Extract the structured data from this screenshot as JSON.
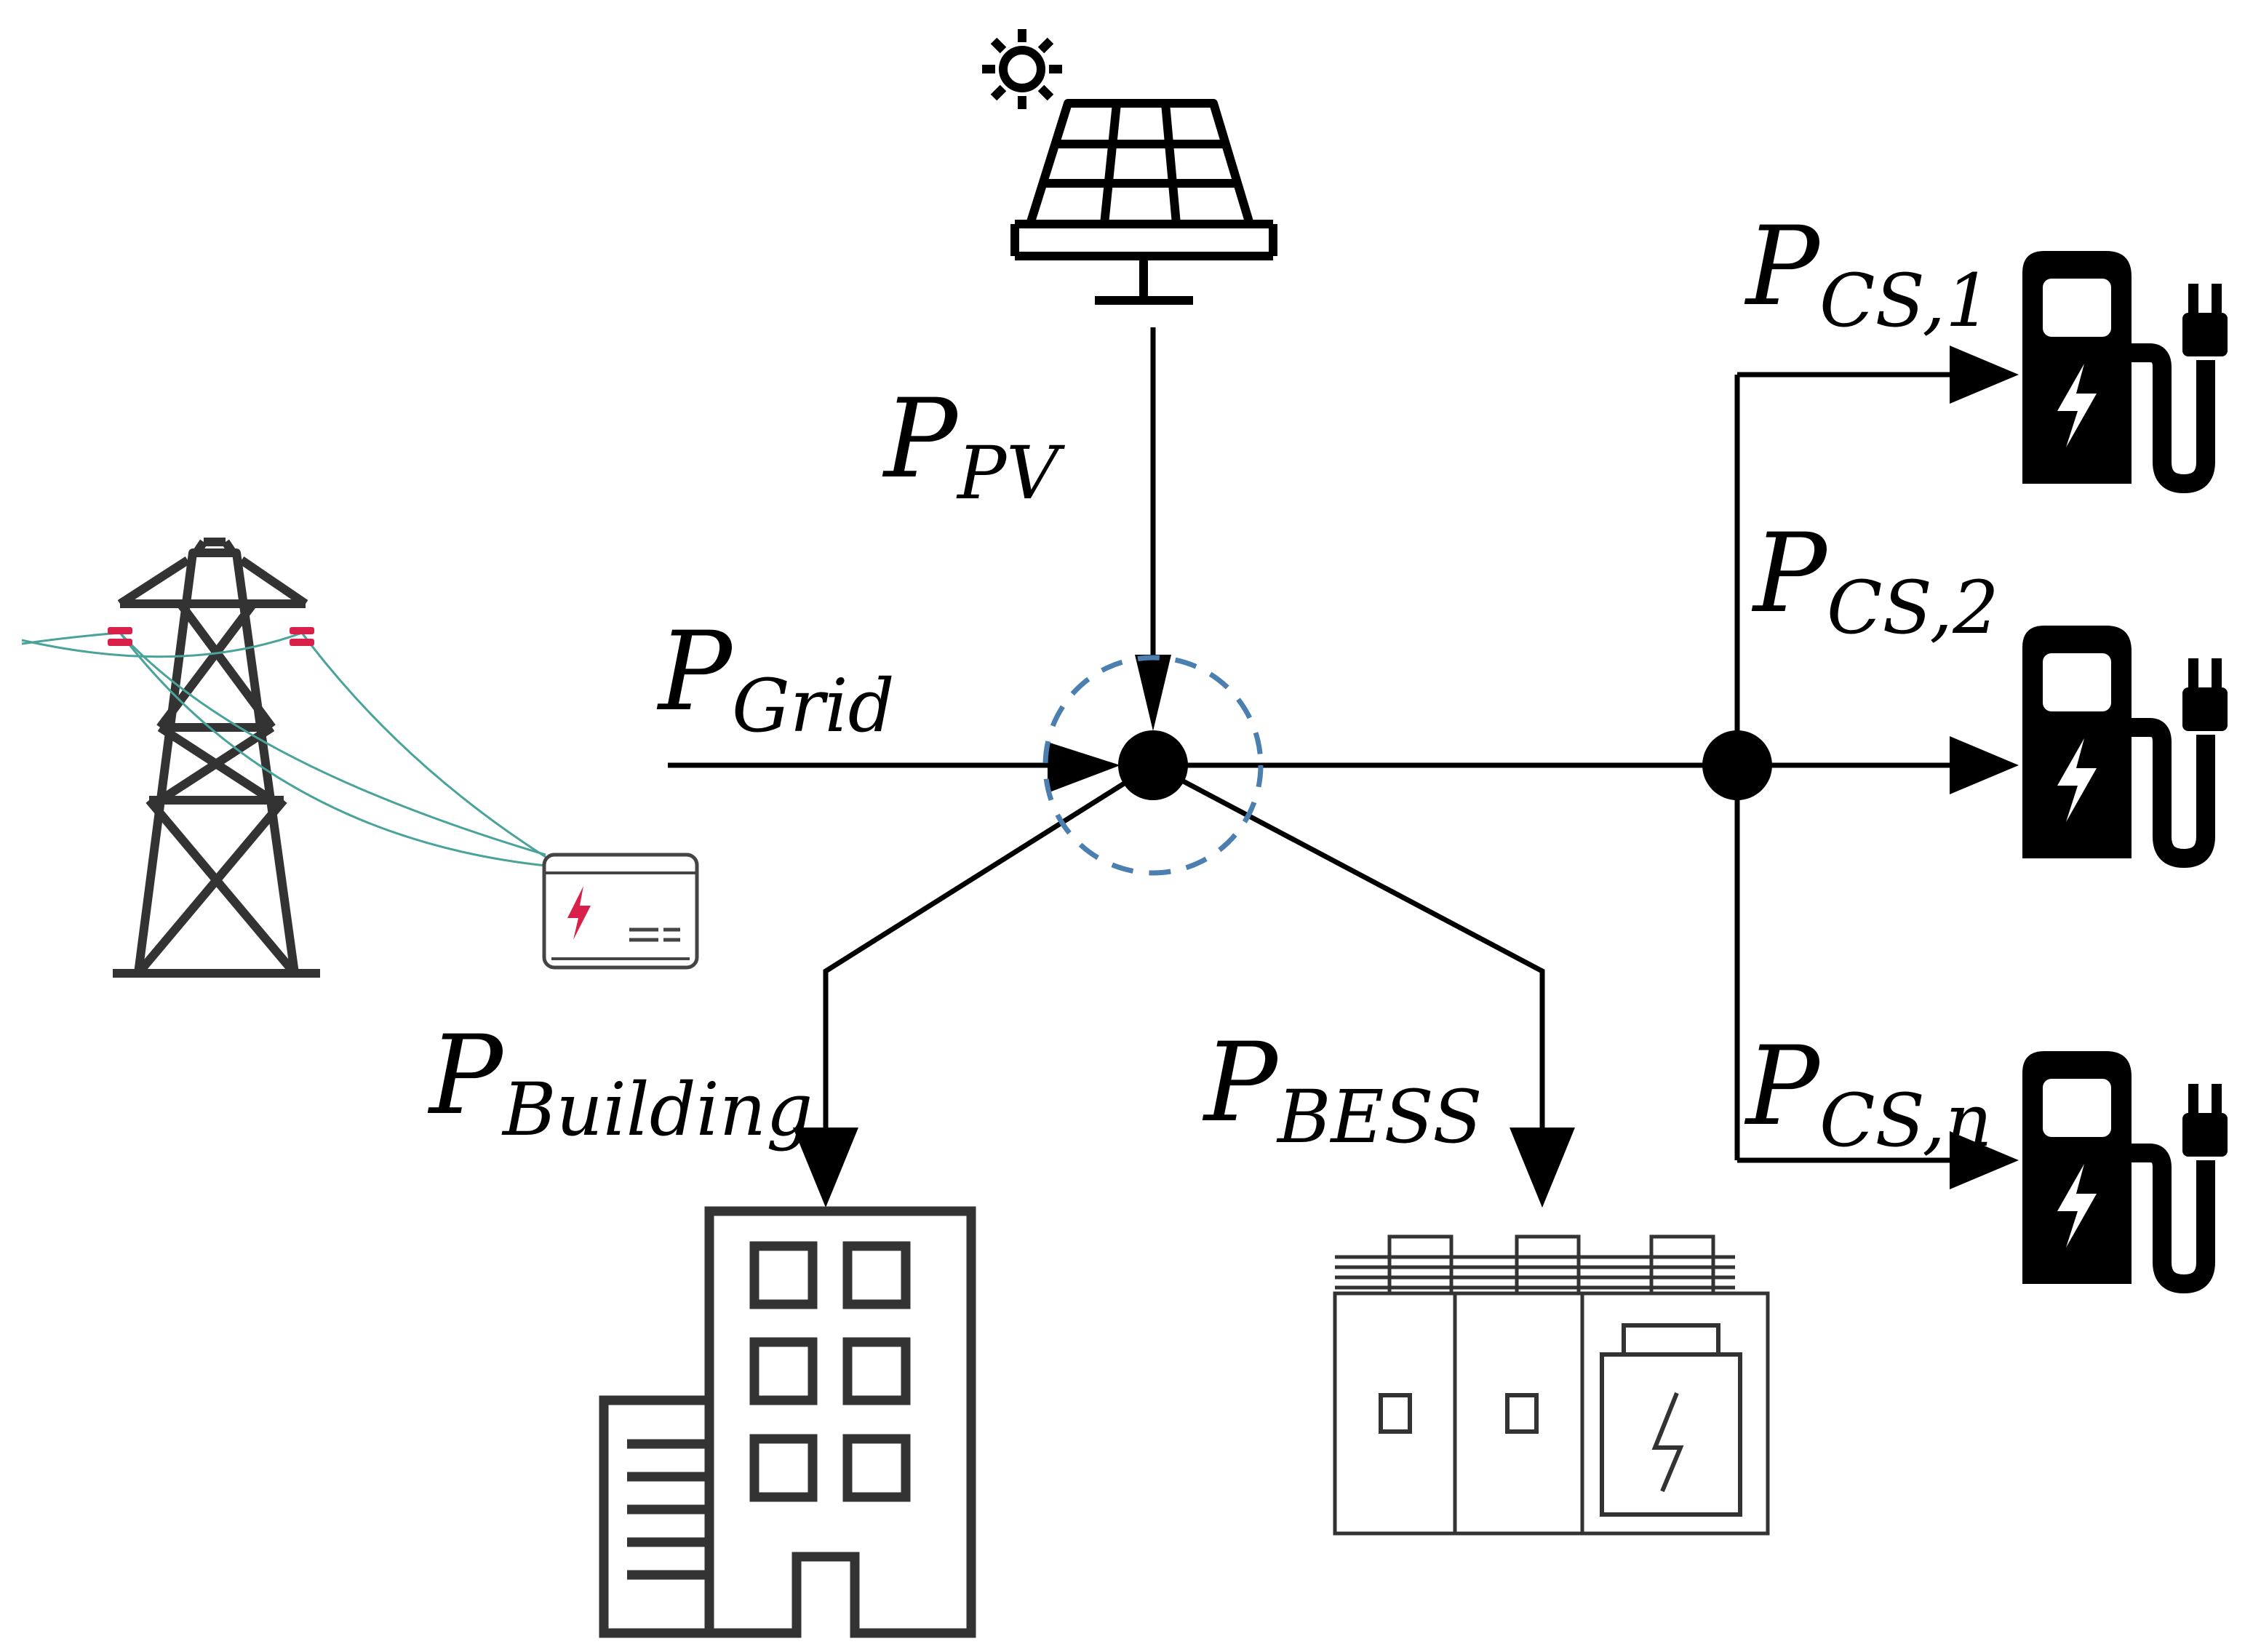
{
  "labels": {
    "pv": {
      "main": "P",
      "sub": "PV"
    },
    "grid": {
      "main": "P",
      "sub": "Grid"
    },
    "building": {
      "main": "P",
      "sub": "Building"
    },
    "bess": {
      "main": "P",
      "sub": "BESS"
    },
    "cs1": {
      "main": "P",
      "sub": "CS,1"
    },
    "cs2": {
      "main": "P",
      "sub": "CS,2"
    },
    "csn": {
      "main": "P",
      "sub": "CS,n"
    }
  },
  "colors": {
    "line": "#000000",
    "node_highlight": "#4a7fb0",
    "grid_wire": "#4aa39a",
    "insulator": "#d8204a",
    "icon_gray": "#333333"
  },
  "icons": [
    "sun-icon",
    "solar-panel-icon",
    "transmission-tower-icon",
    "transformer-icon",
    "building-icon",
    "battery-storage-icon",
    "ev-charger-icon"
  ]
}
